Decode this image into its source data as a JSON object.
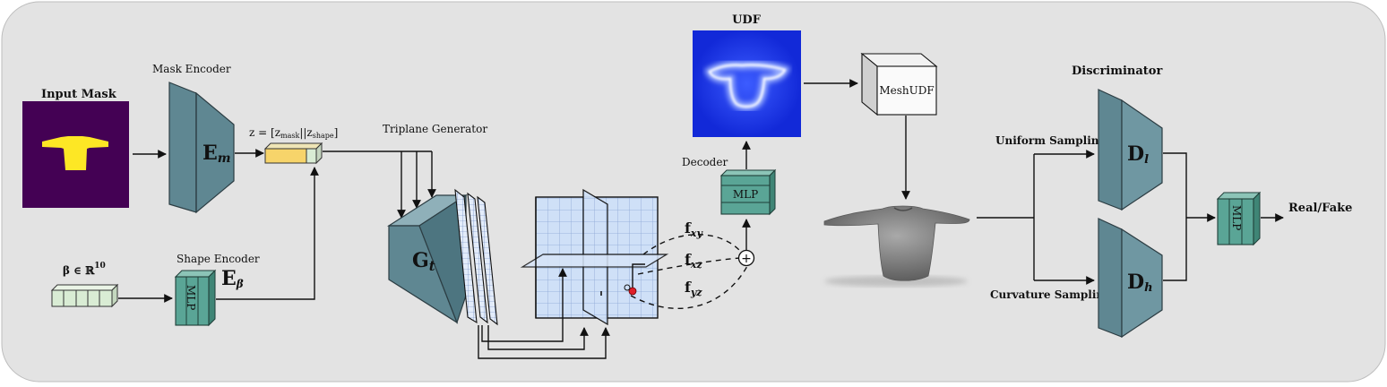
{
  "labels": {
    "input_mask": "Input Mask",
    "mask_encoder": "Mask Encoder",
    "mask_encoder_symbol": "E",
    "mask_encoder_sub": "m",
    "latent": "z = [z",
    "latent_mask_sub": "mask",
    "latent_mid": "||z",
    "latent_shape_sub": "shape",
    "latent_end": "]",
    "triplane_generator": "Triplane Generator",
    "generator_symbol": "G",
    "generator_sub": "t",
    "beta": "β ∈ ℝ",
    "beta_sup": "10",
    "shape_encoder": "Shape Encoder",
    "shape_encoder_symbol": "E",
    "shape_encoder_sub": "β",
    "mlp": "MLP",
    "udf": "UDF",
    "decoder": "Decoder",
    "f_xy": "f",
    "f_xy_sub": "xy",
    "f_xz": "f",
    "f_xz_sub": "xz",
    "f_yz": "f",
    "f_yz_sub": "yz",
    "plus": "+",
    "meshudf": "MeshUDF",
    "discriminator": "Discriminator",
    "uniform_sampling": "Uniform Sampling",
    "curvature_sampling": "Curvature Sampling",
    "disc_low_symbol": "D",
    "disc_low_sub": "l",
    "disc_high_symbol": "D",
    "disc_high_sub": "h",
    "real_fake": "Real/Fake"
  },
  "colors": {
    "background_panel": "#e3e3e3",
    "mask_background": "#440154",
    "mask_foreground": "#fde725",
    "encoder_fill": "#5f8792",
    "mlp_fill": "#5aa596",
    "latent_mask_color": "#f7d46a",
    "latent_shape_color": "#d9ecd4",
    "udf_blue": "#1632e6",
    "triplane_fill": "#cfe0f7",
    "garment_gray": "#8c8c8c"
  }
}
